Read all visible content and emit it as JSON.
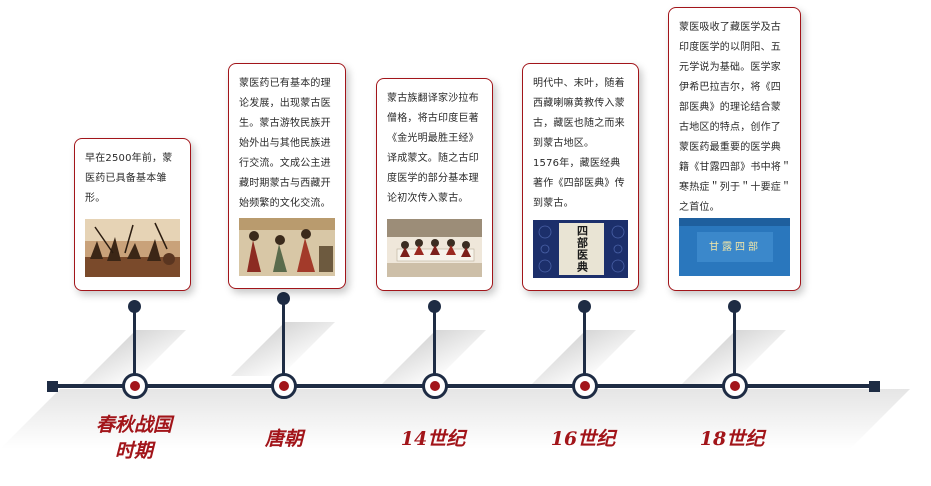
{
  "timeline": {
    "periods": [
      {
        "era_line1": "春秋战国",
        "era_line2": "时期",
        "text": "早在2500年前，蒙\n医药已具备基本雏\n形。",
        "image": "battle-painting"
      },
      {
        "era_line1": "唐朝",
        "era_line2": "",
        "text": "蒙医药已有基本的理\n论发展，出现蒙古医\n生。蒙古游牧民族开\n始外出与其他民族进\n行交流。文成公主进\n藏时期蒙古与西藏开\n始频繁的文化交流。",
        "image": "tang-court-painting"
      },
      {
        "era_line1": "14世纪",
        "era_line2": "",
        "text": "蒙古族翻译家沙拉布\n僧格，将古印度巨著\n《金光明最胜王经》\n译成蒙文。随之古印\n度医学的部分基本理\n论初次传入蒙古。",
        "image": "monks-gathering-photo"
      },
      {
        "era_line1": "16世纪",
        "era_line2": "",
        "text": "明代中、末叶，随着\n西藏喇嘛黄教传入蒙\n古，藏医也随之而来\n到蒙古地区。\n1576年，藏医经典\n著作《四部医典》传\n到蒙古。",
        "image": "four-medical-tantras-cover",
        "image_title": "四部医典"
      },
      {
        "era_line1": "18世纪",
        "era_line2": "",
        "text": "蒙医吸收了藏医学及古\n印度医学的以阴阳、五\n元学说为基础。医学家\n伊希巴拉吉尔，将《四\n部医典》的理论结合蒙\n古地区的特点，创作了\n蒙医药最重要的医学典\n籍《甘露四部》书中将＂\n寒热症＂列于＂十要症＂\n之首位。",
        "image": "ganlu-book-cover",
        "image_title": "甘露四部"
      }
    ]
  },
  "colors": {
    "accent": "#a2151a",
    "axis": "#1e2c44"
  }
}
